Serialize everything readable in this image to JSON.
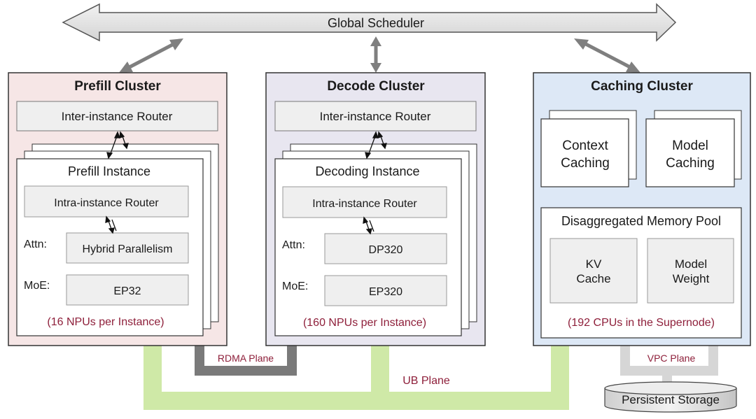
{
  "scheduler": {
    "label": "Global Scheduler"
  },
  "prefill": {
    "title": "Prefill Cluster",
    "router": "Inter-instance Router",
    "instance_title": "Prefill Instance",
    "intra_router": "Intra-instance Router",
    "attn_label": "Attn:",
    "attn_value": "Hybrid Parallelism",
    "moe_label": "MoE:",
    "moe_value": "EP32",
    "npus": "(16 NPUs per Instance)"
  },
  "decode": {
    "title": "Decode Cluster",
    "router": "Inter-instance Router",
    "instance_title": "Decoding Instance",
    "intra_router": "Intra-instance Router",
    "attn_label": "Attn:",
    "attn_value": "DP320",
    "moe_label": "MoE:",
    "moe_value": "EP320",
    "npus": "(160 NPUs per Instance)"
  },
  "caching": {
    "title": "Caching Cluster",
    "context_line1": "Context",
    "context_line2": "Caching",
    "model_line1": "Model",
    "model_line2": "Caching",
    "pool_title": "Disaggregated Memory Pool",
    "kv_line1": "KV",
    "kv_line2": "Cache",
    "weight_line1": "Model",
    "weight_line2": "Weight",
    "cpus": "(192 CPUs in the Supernode)"
  },
  "planes": {
    "rdma": "RDMA Plane",
    "ub": "UB Plane",
    "vpc": "VPC Plane"
  },
  "storage": {
    "label": "Persistent Storage"
  },
  "colors": {
    "prefill_bg": "#f6e6e6",
    "decode_bg": "#e8e6f0",
    "caching_bg": "#dde8f6",
    "ub_plane": "#cfe9a7",
    "rdma_plane": "#7a7a7a",
    "vpc_plane": "#d6d6d6",
    "plane_label": "#8e1f3a"
  }
}
